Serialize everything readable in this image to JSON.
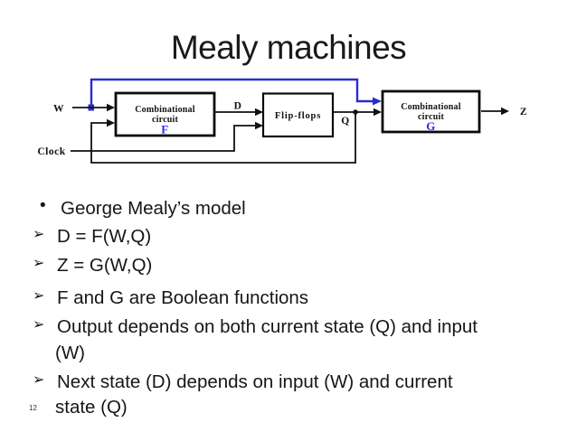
{
  "slide": {
    "title": "Mealy machines",
    "page_number": "12",
    "background": "#ffffff"
  },
  "diagram": {
    "signals": {
      "w": "W",
      "clock": "Clock",
      "d": "D",
      "q": "Q",
      "z": "Z"
    },
    "blocks": {
      "f": {
        "line1": "Combinational",
        "line2": "circuit",
        "letter": "F"
      },
      "flipflops": {
        "label": "Flip-flops"
      },
      "g": {
        "line1": "Combinational",
        "line2": "circuit",
        "letter": "G"
      }
    },
    "colors": {
      "wire": "#111111",
      "feedback_blue": "#2b2bd0",
      "function_letter_blue": "#2a2aff"
    }
  },
  "bullets": [
    {
      "marker": "•",
      "text": "George Mealy’s model"
    },
    {
      "marker": "➢",
      "text": "D = F(W,Q)"
    },
    {
      "marker": "➢",
      "text": "Z = G(W,Q)"
    },
    {
      "marker": "➢",
      "text": "F and G are Boolean functions"
    },
    {
      "marker": "➢",
      "text": "Output depends on both current state (Q) and input",
      "wrap": "(W)"
    },
    {
      "marker": "➢",
      "text": "Next state (D) depends on input (W) and current",
      "wrap": "state (Q)"
    }
  ]
}
